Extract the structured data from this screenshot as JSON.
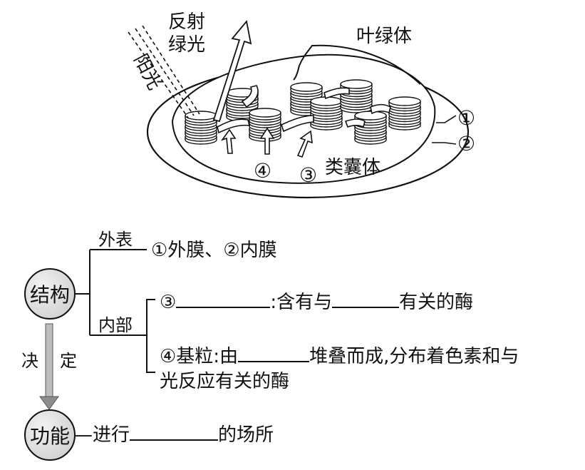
{
  "diagram": {
    "label_reflect_line1": "反射",
    "label_reflect_line2": "绿光",
    "label_sunlight": "阳光",
    "label_chloroplast": "叶绿体",
    "label_thylakoid": "类囊体",
    "marker_1": "①",
    "marker_2": "②",
    "marker_3": "③",
    "marker_4": "④"
  },
  "concept_map": {
    "structure": "结构",
    "function": "功能",
    "decide_1": "决",
    "decide_2": "定",
    "outer_label": "外表",
    "outer_content": "①外膜、②内膜",
    "inner_label": "内部",
    "item3_prefix": "③",
    "item3_mid": ":含有与",
    "item3_suffix": "有关的酶",
    "item4_prefix": "④基粒:由",
    "item4_suffix": "堆叠而成,分布着色素和与",
    "item4_line2": "光反应有关的酶",
    "function_prefix": "—进行",
    "function_suffix": "的场所"
  }
}
